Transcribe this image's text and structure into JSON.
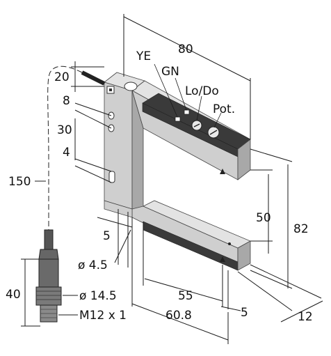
{
  "labels": {
    "ye": "YE",
    "gn": "GN",
    "lodo": "Lo/Do",
    "pot": "Pot.",
    "dim_80": "80",
    "dim_20": "20",
    "dim_8": "8",
    "dim_30": "30",
    "dim_4": "4",
    "dim_150": "150",
    "dim_5_left": "5",
    "dim_45": "ø 4.5",
    "dim_50": "50",
    "dim_82": "82",
    "dim_55": "55",
    "dim_5_right": "5",
    "dim_608": "60.8",
    "dim_12": "12",
    "dim_40": "40",
    "dim_145": "ø 14.5",
    "dim_m12": "M12 x 1"
  },
  "colors": {
    "housing_light": "#cfcfcf",
    "housing_dark": "#a8a8a8",
    "strip": "#3a3a3a"
  }
}
